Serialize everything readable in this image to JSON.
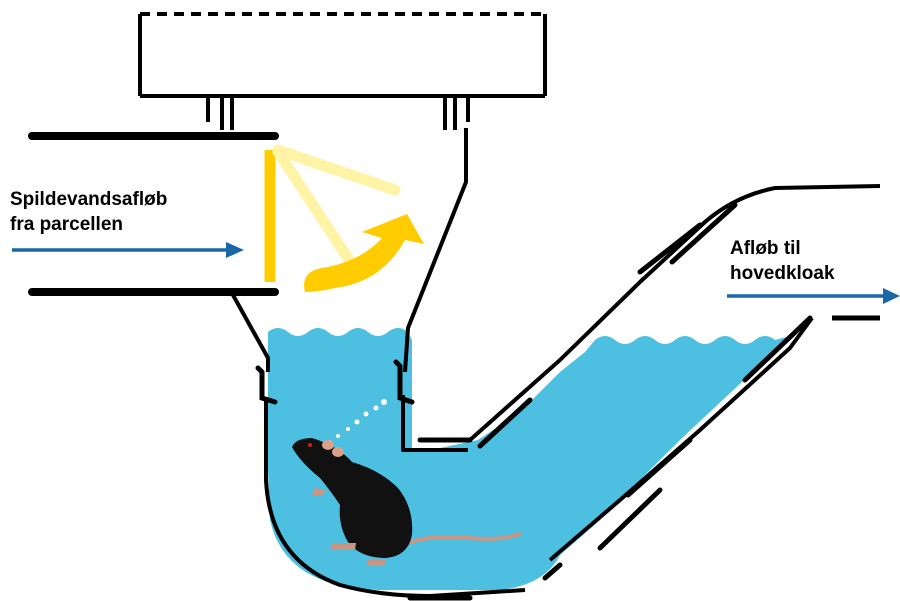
{
  "inflow_label": {
    "line1": "Spildevandsafløb",
    "line2": "fra parcellen"
  },
  "outflow_label": {
    "line1": "Afløb til",
    "line2": "hovedkloak"
  },
  "colors": {
    "water": "#4dbfe0",
    "flow_arrow": "#1a67a8",
    "flap": "#ffcc00",
    "flap_swing": "#fff3a6",
    "pipe_outline": "#000000",
    "rat": "#111111",
    "rat_ears": "#d9a08a",
    "rat_eye": "#cc2222"
  },
  "icons": {
    "inflow_arrow": "arrow-right-icon",
    "outflow_arrow": "arrow-right-icon",
    "flap_swing_arrow": "curved-arrow-icon",
    "rat": "rat-icon",
    "bubbles": "bubbles-icon"
  }
}
